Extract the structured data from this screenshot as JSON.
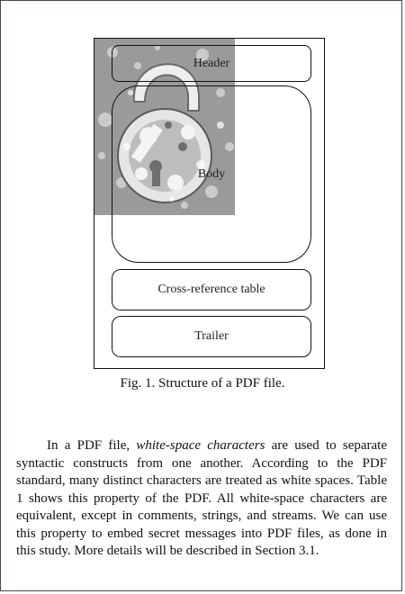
{
  "figure": {
    "boxes": {
      "header": "Header",
      "body": "Body",
      "xref": "Cross-reference table",
      "trailer": "Trailer"
    },
    "caption": "Fig. 1. Structure of a PDF file.",
    "image": "padlock-photo"
  },
  "paragraph": {
    "before_em": "In a PDF file, ",
    "em": "white-space characters",
    "after_em": " are used to separate syntactic constructs from one another. According to the PDF standard, many distinct characters are treated as white spaces. Table 1 shows this property of the PDF. All white-space characters are equivalent, except in comments, strings, and streams. We can use this property to embed secret messages into PDF files, as done in this study. More details will be described in Section 3.1."
  }
}
